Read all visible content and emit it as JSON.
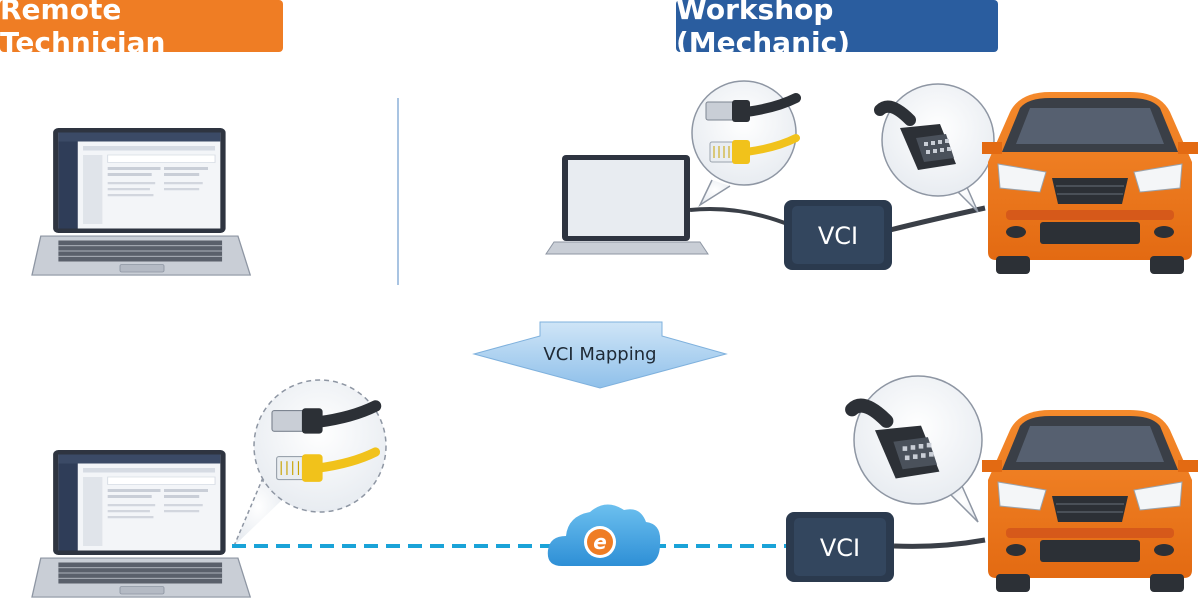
{
  "labels": {
    "remote_technician": "Remote Technician",
    "workshop": "Workshop (Mechanic)",
    "vci_mapping": "VCI Mapping",
    "vci_top": "VCI",
    "vci_bottom": "VCI",
    "cloud_logo_letter": "e"
  },
  "colors": {
    "remote_tag": "#ef7d24",
    "workshop_tag": "#2a5d9f",
    "car_body": "#f07a1f",
    "vci_box": "#2b3a4e",
    "dashed_link": "#1aa3d8",
    "cloud": "#4aa9e3",
    "cable_yellow": "#f1c21b"
  },
  "icons": [
    "laptop-icon",
    "usb-connector-icon",
    "ethernet-connector-icon",
    "obd-connector-icon",
    "car-icon",
    "vci-device-icon",
    "cloud-icon",
    "down-arrow-icon"
  ]
}
